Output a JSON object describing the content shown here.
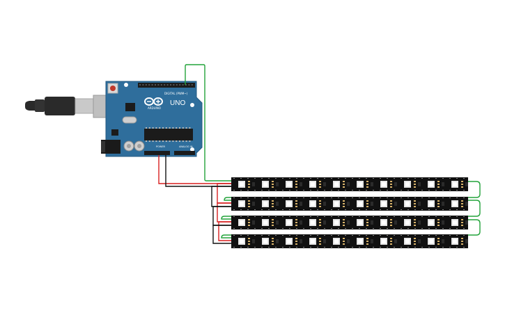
{
  "board": {
    "model_label": "UNO",
    "brand_label": "ARDUINO",
    "digital_header_label": "DIGITAL (PWM~)",
    "power_label": "POWER",
    "analog_label": "ANALOG IN",
    "board_color": "#2f6e9c",
    "header_color": "#1b1b1b"
  },
  "cable": {
    "icon": "usb-cable-icon",
    "body_color": "#2a2a2a",
    "plug_color": "#c9c9c9"
  },
  "strips": {
    "count": 4,
    "leds_per_strip": 10,
    "strip_color": "#111111",
    "led_color": "#e6e6e6"
  },
  "wires": {
    "data_color": "#22a33a",
    "power_color": "#d81f1f",
    "ground_color": "#111111"
  }
}
